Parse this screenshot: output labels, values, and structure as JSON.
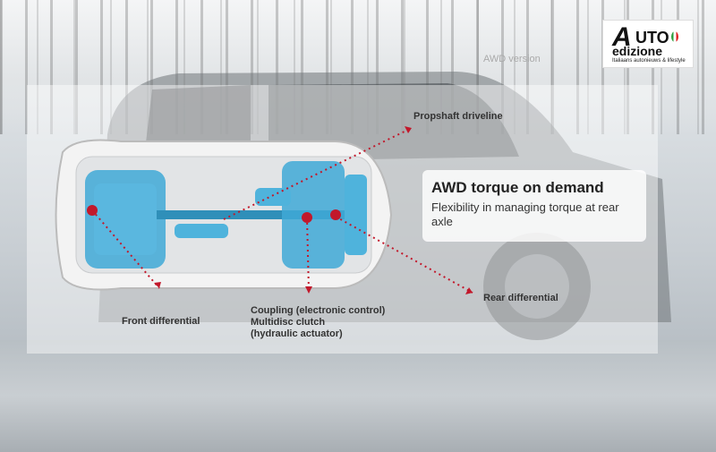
{
  "logo": {
    "a": "A",
    "uto": "UTO",
    "main": "edizione",
    "tagline": "Italiaans autonieuws & lifestyle"
  },
  "faint_text": "AWD version",
  "info": {
    "title": "AWD torque on demand",
    "subtitle": "Flexibility in managing torque at rear axle"
  },
  "labels": {
    "propshaft": "Propshaft driveline",
    "rear_diff": "Rear differential",
    "front_diff": "Front differential",
    "coupling_1": "Coupling (electronic control)",
    "coupling_2": "Multidisc clutch",
    "coupling_3": "(hydraulic actuator)"
  },
  "colors": {
    "drivetrain": "#3fa9d6",
    "pointer": "#c2182b",
    "body": "#f3f3f3"
  }
}
